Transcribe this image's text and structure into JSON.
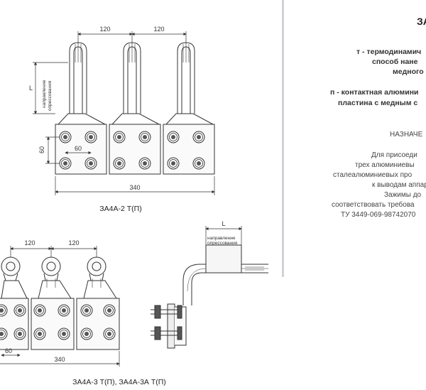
{
  "panel": {
    "title": "ЗА",
    "legend": [
      "т - термодинамич",
      "способ нане",
      "медного",
      "п - контактная алюмини",
      "пластина с медным с"
    ],
    "section_heading": "НАЗНАЧЕ",
    "purpose_lines": [
      "Для присоеди",
      "трех алюминиевы",
      "сталеалюминиевых про",
      "к выводам аппар",
      "Зажимы до",
      "соответствовать требова",
      "ТУ 3449-069-98742070"
    ]
  },
  "drawing_top": {
    "dim_pitch_a": "120",
    "dim_pitch_b": "120",
    "dim_length": "L",
    "press_direction_line1": "направление",
    "press_direction_line2": "опрессования",
    "dim_height": "60",
    "dim_hole": "60",
    "dim_total": "340",
    "caption": "ЗА4А-2 Т(П)"
  },
  "drawing_bottom": {
    "dim_pitch_a": "120",
    "dim_pitch_b": "120",
    "dim_hole": "60",
    "dim_total": "340",
    "caption": "ЗА4А-3 Т(П), ЗА4А-3А Т(П)"
  },
  "drawing_side": {
    "dim_length": "L",
    "press_direction_line1": "направление",
    "press_direction_line2": "опрессования"
  }
}
